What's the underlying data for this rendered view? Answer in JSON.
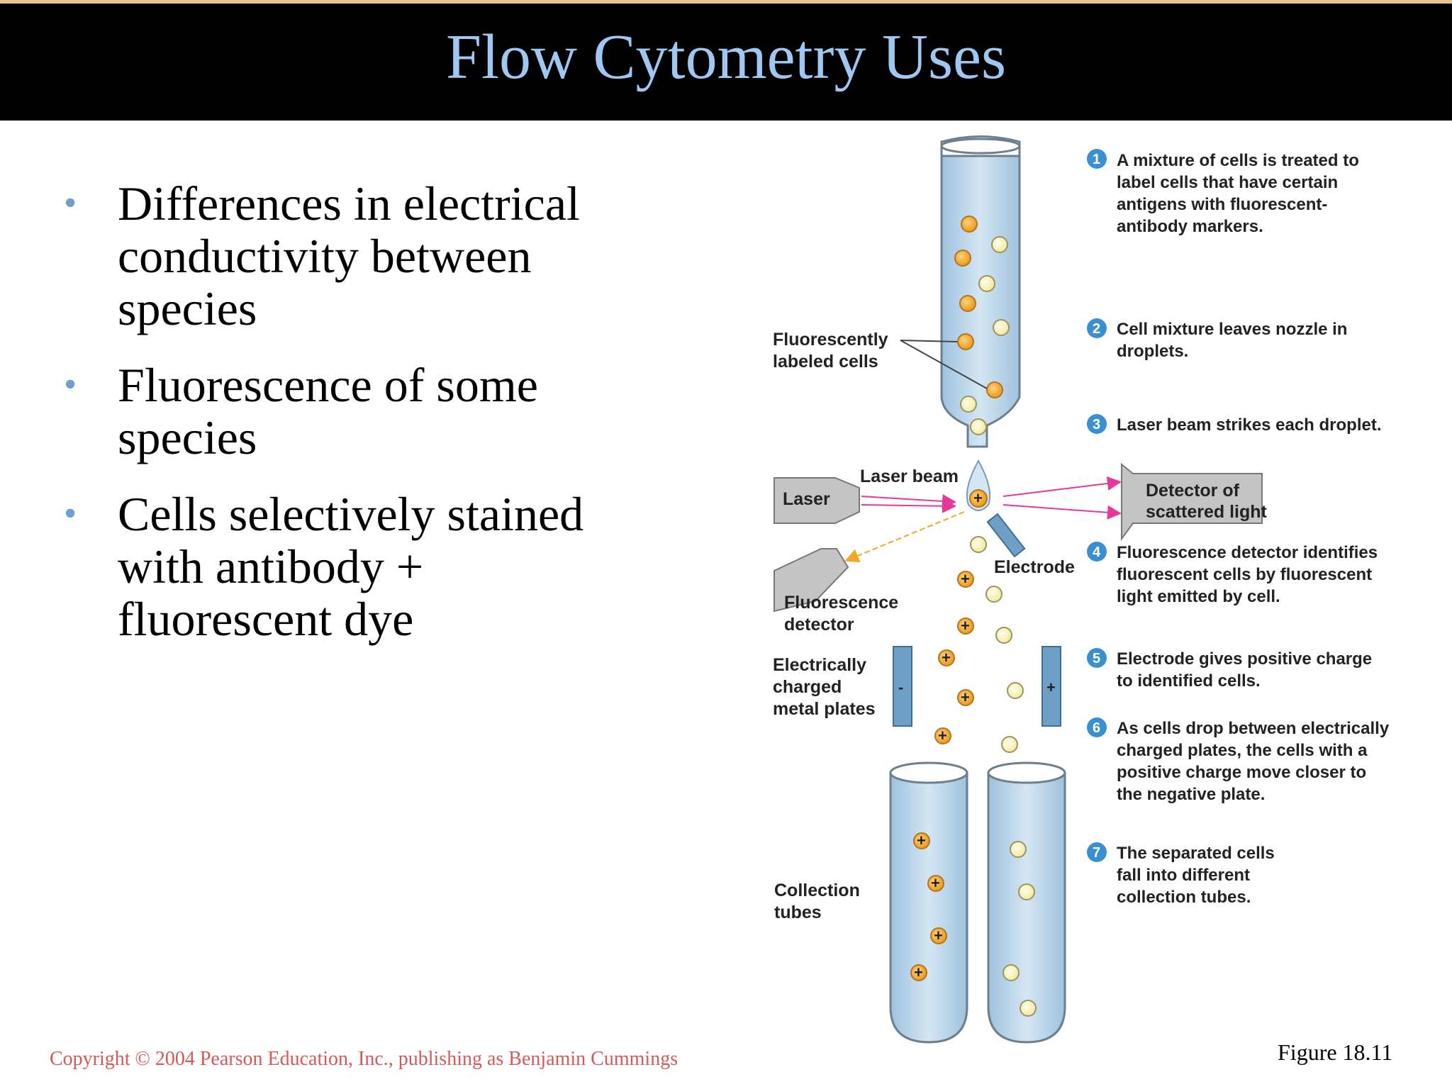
{
  "title": "Flow Cytometry Uses",
  "bullets": [
    {
      "lines": [
        "Differences in electrical",
        "conductivity between",
        "species"
      ]
    },
    {
      "lines": [
        "Fluorescence of some",
        "species"
      ]
    },
    {
      "lines": [
        "Cells selectively stained",
        "with antibody +",
        "fluorescent dye"
      ]
    }
  ],
  "copyright": "Copyright © 2004 Pearson Education, Inc., publishing as Benjamin Cummings",
  "figure_label": "Figure 18.11",
  "diagram": {
    "labels": {
      "fluorescently_labeled_cells": [
        "Fluorescently",
        "labeled cells"
      ],
      "laser_beam": "Laser beam",
      "laser": "Laser",
      "detector_scattered": [
        "Detector of",
        "scattered light"
      ],
      "electrode": "Electrode",
      "fluorescence_detector": [
        "Fluorescence",
        "detector"
      ],
      "charged_plates": [
        "Electrically",
        "charged",
        "metal plates"
      ],
      "collection_tubes": [
        "Collection",
        "tubes"
      ],
      "minus_sign": "-",
      "plus_sign": "+"
    },
    "steps": [
      {
        "num": "1",
        "lines": [
          "A mixture of cells is treated to",
          "label cells that have certain",
          "antigens with fluorescent-",
          "antibody markers."
        ]
      },
      {
        "num": "2",
        "lines": [
          "Cell mixture leaves nozzle in",
          "droplets."
        ]
      },
      {
        "num": "3",
        "lines": [
          "Laser beam strikes each droplet."
        ]
      },
      {
        "num": "4",
        "lines": [
          "Fluorescence detector identifies",
          "fluorescent cells by fluorescent",
          "light emitted by cell."
        ]
      },
      {
        "num": "5",
        "lines": [
          "Electrode gives positive charge",
          "to identified cells."
        ]
      },
      {
        "num": "6",
        "lines": [
          "As cells drop between electrically",
          "charged plates, the cells with a",
          "positive charge move closer to",
          "the negative plate."
        ]
      },
      {
        "num": "7",
        "lines": [
          "The separated cells",
          "fall into different",
          "collection tubes."
        ]
      }
    ]
  }
}
